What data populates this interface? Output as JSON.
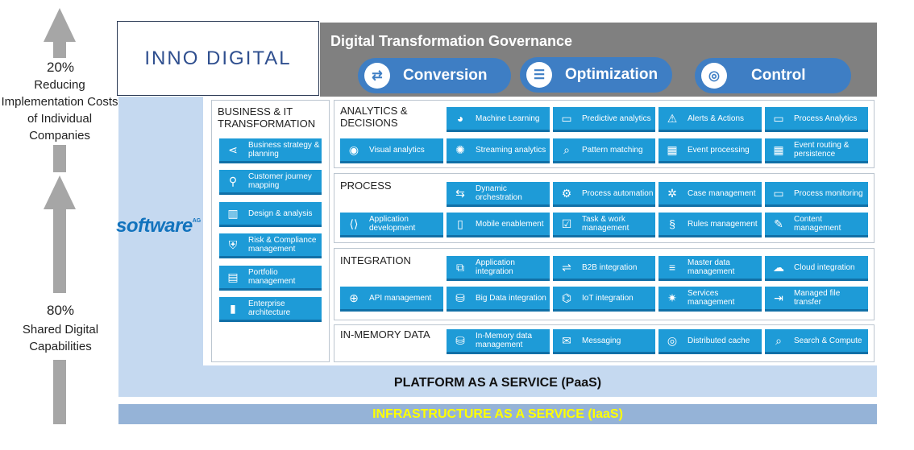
{
  "left": {
    "top_percent": "20%",
    "top_text": "Reducing Implementation Costs of Individual Companies",
    "bottom_percent": "80%",
    "bottom_text": "Shared Digital Capabilities"
  },
  "logo_text": "INNO DIGITAL",
  "software_logo": "software",
  "software_logo_suffix": "AG",
  "governance": {
    "title": "Digital Transformation Governance",
    "pills": [
      "Conversion",
      "Optimization",
      "Control"
    ]
  },
  "business": {
    "title": "BUSINESS & IT TRANSFORMATION",
    "items": [
      {
        "label": "Business strategy & planning",
        "icon": "share-icon"
      },
      {
        "label": "Customer journey mapping",
        "icon": "person-target-icon"
      },
      {
        "label": "Design & analysis",
        "icon": "building-chart-icon"
      },
      {
        "label": "Risk & Compliance management",
        "icon": "shield-icon"
      },
      {
        "label": "Portfolio management",
        "icon": "folder-icon"
      },
      {
        "label": "Enterprise architecture",
        "icon": "bars-icon"
      }
    ]
  },
  "sections": [
    {
      "title": "ANALYTICS & DECISIONS",
      "tiles": [
        {
          "label": "Machine Learning",
          "icon": "brain-icon"
        },
        {
          "label": "Predictive analytics",
          "icon": "monitor-chart-icon"
        },
        {
          "label": "Alerts & Actions",
          "icon": "alert-icon"
        },
        {
          "label": "Process Analytics",
          "icon": "monitor-icon"
        },
        {
          "label": "Visual analytics",
          "icon": "eye-monitor-icon"
        },
        {
          "label": "Streaming analytics",
          "icon": "stream-icon"
        },
        {
          "label": "Pattern matching",
          "icon": "magnifier-icon"
        },
        {
          "label": "Event processing",
          "icon": "event-icon"
        },
        {
          "label": "Event routing & persistence",
          "icon": "calendar-gear-icon"
        }
      ]
    },
    {
      "title": "PROCESS",
      "tiles": [
        {
          "label": "Dynamic orchestration",
          "icon": "orchestration-icon"
        },
        {
          "label": "Process automation",
          "icon": "gear-icon"
        },
        {
          "label": "Case management",
          "icon": "cogs-icon"
        },
        {
          "label": "Process monitoring",
          "icon": "monitor-icon"
        },
        {
          "label": "Application development",
          "icon": "code-icon"
        },
        {
          "label": "Mobile enablement",
          "icon": "mobile-icon"
        },
        {
          "label": "Task & work management",
          "icon": "task-icon"
        },
        {
          "label": "Rules management",
          "icon": "rules-icon"
        },
        {
          "label": "Content management",
          "icon": "content-icon"
        }
      ]
    },
    {
      "title": "INTEGRATION",
      "tiles": [
        {
          "label": "Application integration",
          "icon": "app-integration-icon"
        },
        {
          "label": "B2B integration",
          "icon": "b2b-icon"
        },
        {
          "label": "Master data management",
          "icon": "binary-icon"
        },
        {
          "label": "Cloud integration",
          "icon": "cloud-icon"
        },
        {
          "label": "API management",
          "icon": "api-icon"
        },
        {
          "label": "Big Data integration",
          "icon": "database-icon"
        },
        {
          "label": "IoT integration",
          "icon": "iot-icon"
        },
        {
          "label": "Services management",
          "icon": "services-icon"
        },
        {
          "label": "Managed file transfer",
          "icon": "file-transfer-icon"
        }
      ]
    },
    {
      "title": "IN-MEMORY DATA",
      "tiles": [
        {
          "label": "In-Memory data management",
          "icon": "database-gear-icon"
        },
        {
          "label": "Messaging",
          "icon": "messaging-icon"
        },
        {
          "label": "Distributed cache",
          "icon": "cache-icon"
        },
        {
          "label": "Search & Compute",
          "icon": "search-icon"
        }
      ]
    }
  ],
  "paas_label": "PLATFORM AS A SERVICE (PaaS)",
  "iaas_label": "INFRASTRUCTURE AS A SERVICE (IaaS)",
  "colors": {
    "tile": "#1e9bd7",
    "pill": "#3e7ec4",
    "governance_bar": "#808080",
    "paas_band": "#c5d9f0",
    "iaas_band": "#95b3d7",
    "iaas_text": "#ffff00",
    "logo_text": "#2f4f8f",
    "software_logo": "#1273bd"
  }
}
